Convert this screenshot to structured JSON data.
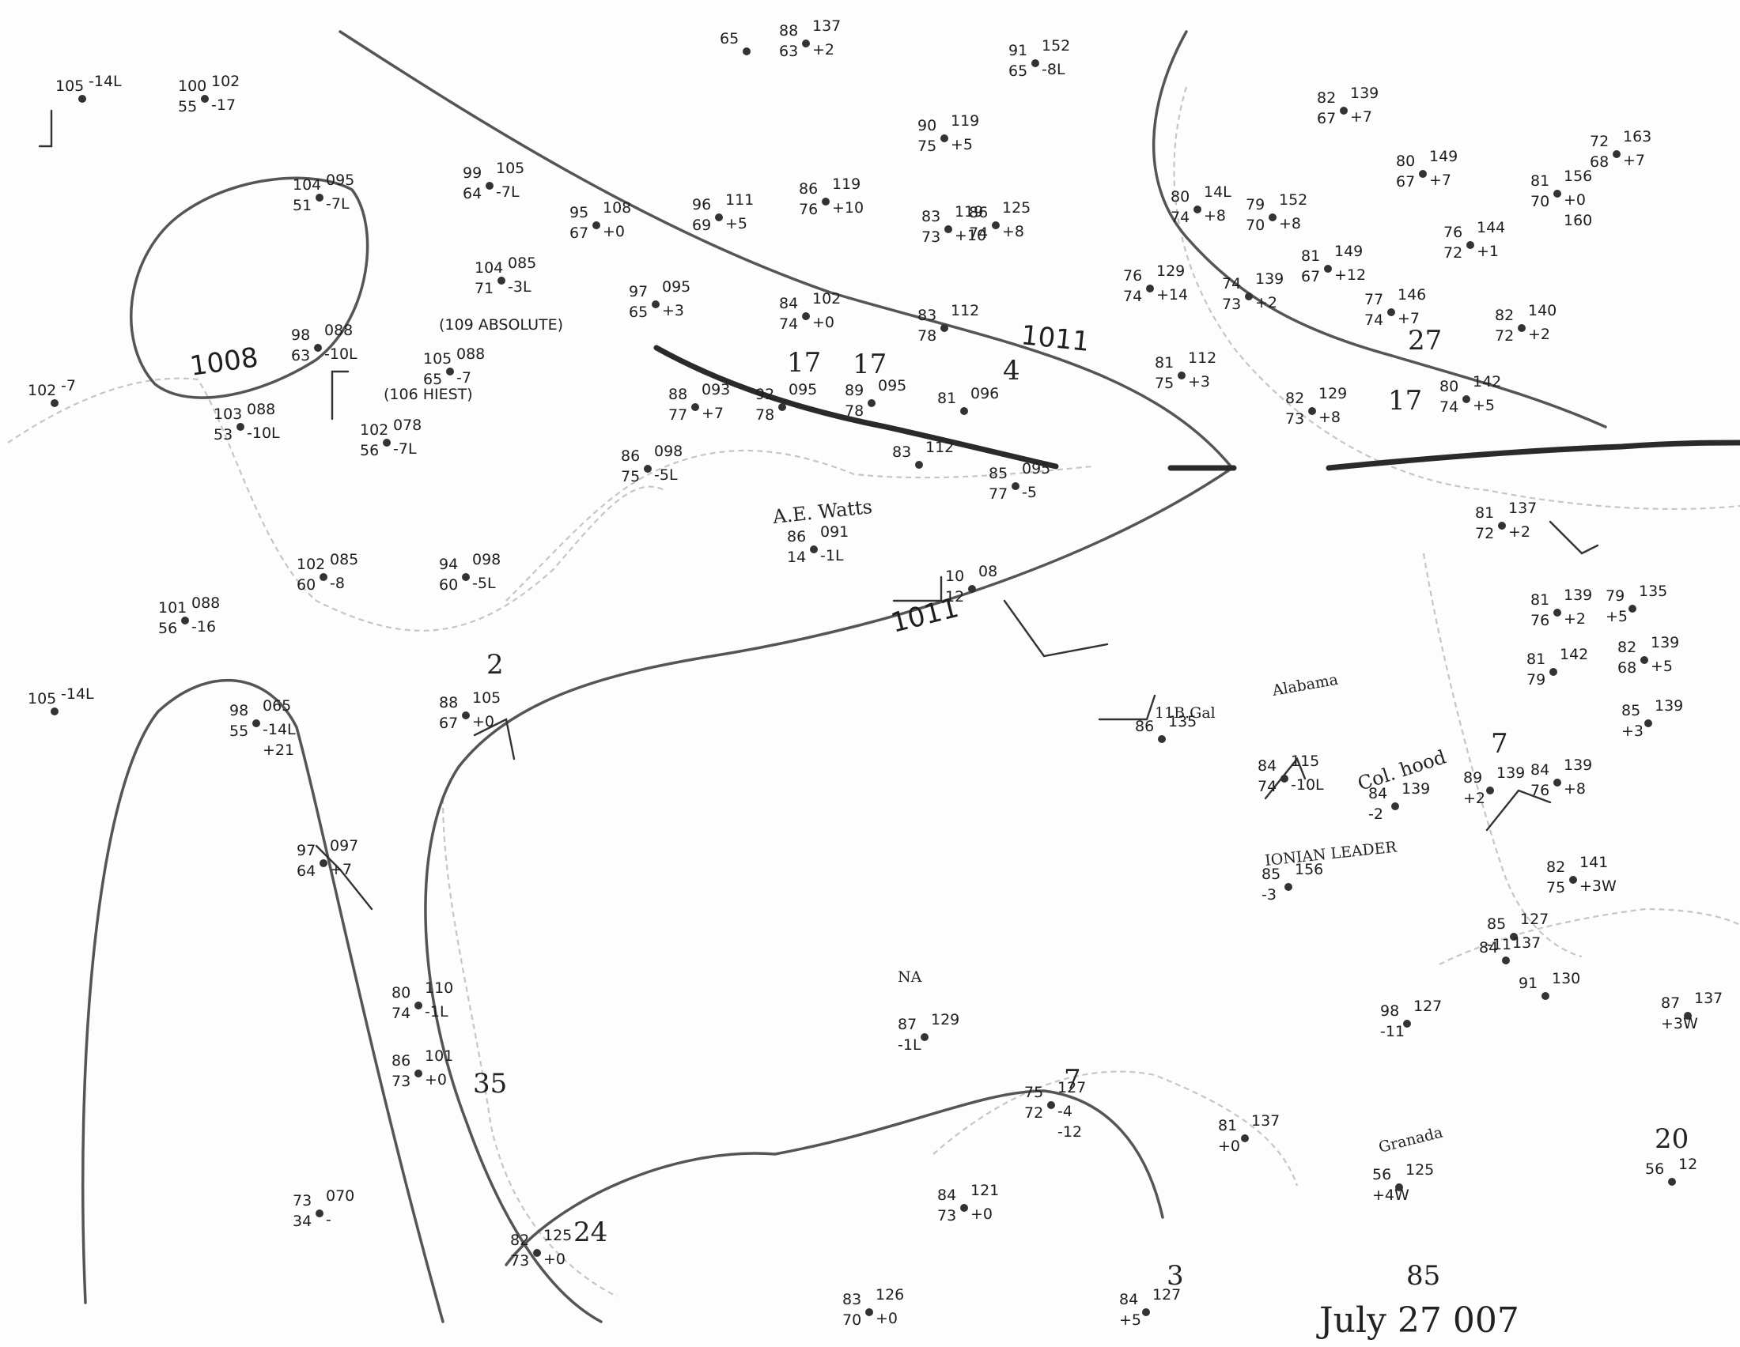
{
  "map": {
    "footer": {
      "line1": "85",
      "line2": "July 27 007"
    },
    "isobar_labels": [
      {
        "id": "1008",
        "text": "1008"
      },
      {
        "id": "1011a",
        "text": "1011"
      },
      {
        "id": "1011b",
        "text": "1011"
      }
    ],
    "annotations": [
      {
        "id": "absolute",
        "text": "(109 ABSOLUTE)"
      },
      {
        "id": "hiest",
        "text": "(106 HIEST)"
      }
    ],
    "ships": [
      {
        "id": "ae-watts",
        "text": "A.E. Watts"
      },
      {
        "id": "alabama",
        "text": "Alabama"
      },
      {
        "id": "us-gal",
        "text": "11B.Gal"
      },
      {
        "id": "col-hood",
        "text": "Col. hood"
      },
      {
        "id": "ionian-leader",
        "text": "IONIAN LEADER"
      },
      {
        "id": "granada",
        "text": "Granada"
      },
      {
        "id": "na",
        "text": "NA"
      }
    ],
    "big_numbers": [
      "17",
      "17",
      "4",
      "27",
      "17",
      "35",
      "7",
      "24",
      "3",
      "20",
      "2",
      "7"
    ],
    "stations": [
      {
        "t": [
          "105",
          "-14L"
        ]
      },
      {
        "t": [
          "100",
          "102",
          "55",
          "-17"
        ]
      },
      {
        "t": [
          "104",
          "095",
          "51",
          "-7L"
        ]
      },
      {
        "t": [
          "99",
          "105",
          "64",
          "-7L"
        ]
      },
      {
        "t": [
          "95",
          "108",
          "67",
          "+0"
        ]
      },
      {
        "t": [
          "96",
          "111",
          "69",
          "+5"
        ]
      },
      {
        "t": [
          "86",
          "119",
          "76",
          "+10"
        ]
      },
      {
        "t": [
          "88",
          "137",
          "63",
          "+2"
        ]
      },
      {
        "t": [
          "65"
        ]
      },
      {
        "t": [
          "91",
          "152",
          "65",
          "-8L"
        ]
      },
      {
        "t": [
          "90",
          "119",
          "75",
          "+5"
        ]
      },
      {
        "t": [
          "83",
          "119",
          "73",
          "+10"
        ]
      },
      {
        "t": [
          "86",
          "125",
          "74",
          "+8"
        ]
      },
      {
        "t": [
          "97",
          "095",
          "65",
          "+3"
        ]
      },
      {
        "t": [
          "104",
          "085",
          "71",
          "-3L"
        ]
      },
      {
        "t": [
          "98",
          "088",
          "63",
          "-10L"
        ]
      },
      {
        "t": [
          "105",
          "088",
          "65",
          "-7"
        ]
      },
      {
        "t": [
          "102",
          "-7"
        ]
      },
      {
        "t": [
          "103",
          "088",
          "53",
          "-10L"
        ]
      },
      {
        "t": [
          "102",
          "078",
          "56",
          "-7L"
        ]
      },
      {
        "t": [
          "84",
          "102",
          "74",
          "+0"
        ]
      },
      {
        "t": [
          "83",
          "112",
          "78"
        ]
      },
      {
        "t": [
          "88",
          "093",
          "77",
          "+7"
        ]
      },
      {
        "t": [
          "92",
          "095",
          "78"
        ]
      },
      {
        "t": [
          "89",
          "095",
          "78"
        ]
      },
      {
        "t": [
          "81",
          "096"
        ]
      },
      {
        "t": [
          "83",
          "112"
        ]
      },
      {
        "t": [
          "86",
          "098",
          "75",
          "-5L"
        ]
      },
      {
        "t": [
          "85",
          "095",
          "77",
          "-5"
        ]
      },
      {
        "t": [
          "86",
          "091",
          "14",
          "-1L"
        ]
      },
      {
        "t": [
          "102",
          "085",
          "60",
          "-8"
        ]
      },
      {
        "t": [
          "94",
          "098",
          "60",
          "-5L"
        ]
      },
      {
        "t": [
          "101",
          "088",
          "56",
          "-16"
        ]
      },
      {
        "t": [
          "105",
          "-14L"
        ]
      },
      {
        "t": [
          "98",
          "065",
          "55",
          "-14L",
          "+21"
        ]
      },
      {
        "t": [
          "88",
          "105",
          "67",
          "+0"
        ]
      },
      {
        "t": [
          "10",
          "08",
          "12"
        ]
      },
      {
        "t": [
          "97",
          "097",
          "64",
          "+7"
        ]
      },
      {
        "t": [
          "80",
          "110",
          "74",
          "-1L"
        ]
      },
      {
        "t": [
          "86",
          "101",
          "73",
          "+0"
        ]
      },
      {
        "t": [
          "73",
          "070",
          "34",
          "-"
        ]
      },
      {
        "t": [
          "82",
          "125",
          "73",
          "+0"
        ]
      },
      {
        "t": [
          "83",
          "126",
          "70",
          "+0"
        ]
      },
      {
        "t": [
          "84",
          "121",
          "73",
          "+0"
        ]
      },
      {
        "t": [
          "87",
          "129",
          "-1L"
        ]
      },
      {
        "t": [
          "75",
          "127",
          "72",
          "-4",
          "-12"
        ]
      },
      {
        "t": [
          "81",
          "137",
          "+0"
        ]
      },
      {
        "t": [
          "84",
          "127",
          "+5"
        ]
      },
      {
        "t": [
          "86",
          "135"
        ]
      },
      {
        "t": [
          "84",
          "115",
          "74",
          "-10L"
        ]
      },
      {
        "t": [
          "84",
          "139",
          "-2"
        ]
      },
      {
        "t": [
          "89",
          "139",
          "+2"
        ]
      },
      {
        "t": [
          "84",
          "139",
          "76",
          "+8"
        ]
      },
      {
        "t": [
          "85",
          "156",
          "-3"
        ]
      },
      {
        "t": [
          "82",
          "141",
          "75",
          "+3W"
        ]
      },
      {
        "t": [
          "56",
          "125",
          "+4W"
        ]
      },
      {
        "t": [
          "82",
          "139",
          "67",
          "+7"
        ]
      },
      {
        "t": [
          "80",
          "149",
          "67",
          "+7"
        ]
      },
      {
        "t": [
          "80",
          "14L",
          "74",
          "+8"
        ]
      },
      {
        "t": [
          "79",
          "152",
          "70",
          "+8"
        ]
      },
      {
        "t": [
          "76",
          "129",
          "74",
          "+14"
        ]
      },
      {
        "t": [
          "74",
          "139",
          "73",
          "+2"
        ]
      },
      {
        "t": [
          "81",
          "149",
          "67",
          "+12"
        ]
      },
      {
        "t": [
          "77",
          "146",
          "74",
          "+7"
        ]
      },
      {
        "t": [
          "76",
          "144",
          "72",
          "+1"
        ]
      },
      {
        "t": [
          "82",
          "140",
          "72",
          "+2"
        ]
      },
      {
        "t": [
          "81",
          "156",
          "70",
          "+0",
          "160"
        ]
      },
      {
        "t": [
          "72",
          "163",
          "68",
          "+7"
        ]
      },
      {
        "t": [
          "81",
          "112",
          "75",
          "+3"
        ]
      },
      {
        "t": [
          "82",
          "129",
          "73",
          "+8"
        ]
      },
      {
        "t": [
          "80",
          "142",
          "74",
          "+5"
        ]
      },
      {
        "t": [
          "81",
          "137",
          "72",
          "+2"
        ]
      },
      {
        "t": [
          "81",
          "139",
          "76",
          "+2"
        ]
      },
      {
        "t": [
          "81",
          "142",
          "79"
        ]
      },
      {
        "t": [
          "79",
          "135",
          "+5"
        ]
      },
      {
        "t": [
          "82",
          "139",
          "68",
          "+5"
        ]
      },
      {
        "t": [
          "85",
          "139",
          "+3"
        ]
      },
      {
        "t": [
          "85",
          "127",
          "-11"
        ]
      },
      {
        "t": [
          "91",
          "130"
        ]
      },
      {
        "t": [
          "84",
          "137"
        ]
      },
      {
        "t": [
          "98",
          "127",
          "-11"
        ]
      },
      {
        "t": [
          "87",
          "137",
          "+3W"
        ]
      },
      {
        "t": [
          "56",
          "12"
        ]
      }
    ]
  }
}
